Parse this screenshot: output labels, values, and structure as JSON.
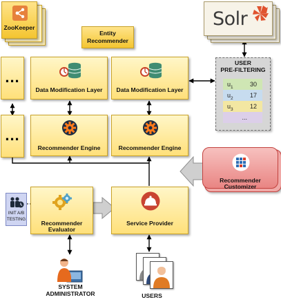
{
  "zookeeper": {
    "label": "ZooKeeper"
  },
  "solr": {
    "label": "Solr"
  },
  "entity_recommender": {
    "line1": "Entity",
    "line2": "Recommender"
  },
  "layers": {
    "placeholder_dots": "...",
    "dml_left": "Data Modification Layer",
    "dml_right": "Data Modification Layer",
    "engine_left": "Recommender Engine",
    "engine_right": "Recommender Engine",
    "evaluator": "Recommender Evaluator",
    "service_provider": "Service Provider"
  },
  "prefilter": {
    "title_line1": "USER",
    "title_line2": "PRE-FILTERING",
    "rows": [
      {
        "user": "u",
        "sub": "1",
        "value": "30",
        "color": "#cfe6b4"
      },
      {
        "user": "u",
        "sub": "2",
        "value": "17",
        "color": "#c7dcef"
      },
      {
        "user": "u",
        "sub": "3",
        "value": "12",
        "color": "#f3e7a2"
      },
      {
        "user": "",
        "sub": "",
        "value": "...",
        "color": "#dccfe9"
      }
    ]
  },
  "customizer": {
    "label": "Recommender Customizer"
  },
  "init_ab": {
    "line1": "INIT A/B",
    "line2": "TESTING"
  },
  "sysadmin": {
    "line1": "SYSTEM",
    "line2": "ADMINISTRATOR"
  },
  "users": {
    "label": "USERS"
  },
  "colors": {
    "box_border": "#c9a227",
    "customizer_fill": "#f1a7a5",
    "customizer_border": "#c2413e",
    "prefilter_fill": "#d6d6d6"
  }
}
